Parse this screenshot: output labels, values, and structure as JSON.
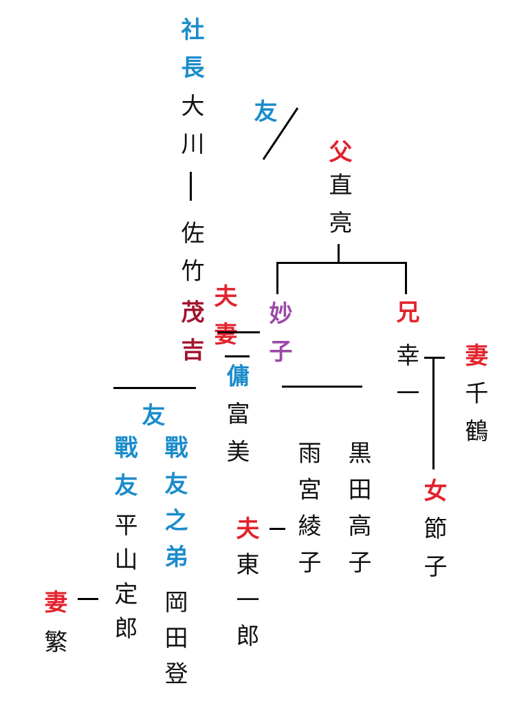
{
  "president_label": "社長",
  "okawa": "大川",
  "sataku_given_1": "佐竹",
  "sataku_given_2": "茂吉",
  "friend_label_top": "友",
  "father_label": "父",
  "naosuke": "直亮",
  "couple_label": "夫妻",
  "taeko": "妙子",
  "elder_brother_label": "兄",
  "koichi": "幸一",
  "wife_label_chizuru": "妻",
  "chizuru": "千鶴",
  "daughter_label": "女",
  "setsuko": "節子",
  "servant_label": "傭",
  "tomimi": "富美",
  "friend_label_mid": "友",
  "comrade_label": "戰友",
  "hirayama": "平山定郎",
  "comrade_brother_label": "戰友之弟",
  "okada": "岡田登",
  "wife_label_shige": "妻",
  "shige": "繁",
  "amamiya": "雨宮綾子",
  "kuroda": "黒田高子",
  "husband_label": "夫",
  "higashi": "東一郎",
  "colors": {
    "blue": "#1b8ccb",
    "red": "#e2232c",
    "purple": "#9a4aa6",
    "dark_red": "#a3142e"
  }
}
